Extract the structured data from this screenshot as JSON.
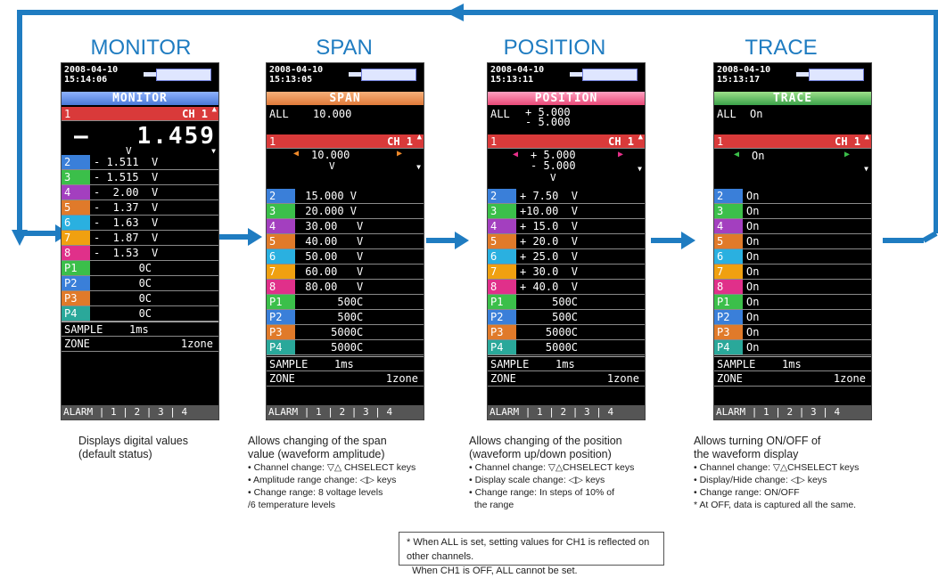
{
  "colors": {
    "arrow": "#1f7cc1",
    "title": "#1f7cc1",
    "monitor_header": "#4a78d6",
    "span_header": "#e07a3a",
    "position_header": "#e84a78",
    "trace_header": "#3ba24a",
    "ch1": "#d93a3a",
    "ch2": "#3a7fd9",
    "ch3": "#3bbf4a",
    "ch4": "#a33fbf",
    "ch5": "#e07a2a",
    "ch6": "#2ab0e0",
    "ch7": "#f0a010",
    "ch8": "#e0308a",
    "p1": "#3bbf4a",
    "p2": "#3a7fd9",
    "p3": "#e07a2a",
    "p4": "#2aa89a"
  },
  "panels": [
    {
      "title": "MONITOR",
      "date": "2008-04-10",
      "time": "15:14:06",
      "header": "MONITOR",
      "ch1_label": "1",
      "ch1_name": "CH 1",
      "ch1_value": "—   1.459",
      "ch1_unit": "V",
      "channels": [
        {
          "label": "2",
          "value": "- 1.511  V"
        },
        {
          "label": "3",
          "value": "- 1.515  V"
        },
        {
          "label": "4",
          "value": "-  2.00  V"
        },
        {
          "label": "5",
          "value": "-  1.37  V"
        },
        {
          "label": "6",
          "value": "-  1.63  V"
        },
        {
          "label": "7",
          "value": "-  1.87  V"
        },
        {
          "label": "8",
          "value": "-  1.53  V"
        },
        {
          "label": "P1",
          "value": "       0C"
        },
        {
          "label": "P2",
          "value": "       0C"
        },
        {
          "label": "P3",
          "value": "       0C"
        },
        {
          "label": "P4",
          "value": "       0C"
        }
      ],
      "sample_label": "SAMPLE",
      "sample_value": "1ms",
      "zone_label": "ZONE",
      "zone_value": "1zone",
      "footer": "ALARM | 1 | 2 | 3 | 4",
      "desc": [
        "Displays digital values",
        "(default status)"
      ],
      "notes": []
    },
    {
      "title": "SPAN",
      "date": "2008-04-10",
      "time": "15:13:05",
      "header": "SPAN",
      "all_label": "ALL",
      "all_value": "10.000",
      "ch1_label": "1",
      "ch1_name": "CH 1",
      "ch1_value": "10.000",
      "ch1_unit": "V",
      "channels": [
        {
          "label": "2",
          "value": " 15.000 V"
        },
        {
          "label": "3",
          "value": " 20.000 V"
        },
        {
          "label": "4",
          "value": " 30.00   V"
        },
        {
          "label": "5",
          "value": " 40.00   V"
        },
        {
          "label": "6",
          "value": " 50.00   V"
        },
        {
          "label": "7",
          "value": " 60.00   V"
        },
        {
          "label": "8",
          "value": " 80.00   V"
        },
        {
          "label": "P1",
          "value": "      500C"
        },
        {
          "label": "P2",
          "value": "      500C"
        },
        {
          "label": "P3",
          "value": "     5000C"
        },
        {
          "label": "P4",
          "value": "     5000C"
        }
      ],
      "sample_label": "SAMPLE",
      "sample_value": "1ms",
      "zone_label": "ZONE",
      "zone_value": "1zone",
      "footer": "ALARM | 1 | 2 | 3 | 4",
      "desc": [
        "Allows changing of the span",
        "value (waveform amplitude)"
      ],
      "notes": [
        "• Channel change: ▽△ CHSELECT keys",
        "• Amplitude range change: ◁▷ keys",
        "• Change range: 8 voltage levels",
        "/6 temperature levels"
      ]
    },
    {
      "title": "POSITION",
      "date": "2008-04-10",
      "time": "15:13:11",
      "header": "POSITION",
      "all_label": "ALL",
      "all_value": "+ 5.000",
      "all_value2": "- 5.000",
      "ch1_label": "1",
      "ch1_name": "CH 1",
      "ch1_value": "+ 5.000",
      "ch1_value2": "- 5.000",
      "ch1_unit": "V",
      "channels": [
        {
          "label": "2",
          "value": "+ 7.50  V"
        },
        {
          "label": "3",
          "value": "+10.00  V"
        },
        {
          "label": "4",
          "value": "+ 15.0  V"
        },
        {
          "label": "5",
          "value": "+ 20.0  V"
        },
        {
          "label": "6",
          "value": "+ 25.0  V"
        },
        {
          "label": "7",
          "value": "+ 30.0  V"
        },
        {
          "label": "8",
          "value": "+ 40.0  V"
        },
        {
          "label": "P1",
          "value": "     500C"
        },
        {
          "label": "P2",
          "value": "     500C"
        },
        {
          "label": "P3",
          "value": "    5000C"
        },
        {
          "label": "P4",
          "value": "    5000C"
        }
      ],
      "sample_label": "SAMPLE",
      "sample_value": "1ms",
      "zone_label": "ZONE",
      "zone_value": "1zone",
      "footer": "ALARM | 1 | 2 | 3 | 4",
      "desc": [
        "Allows changing of the position",
        "(waveform up/down position)"
      ],
      "notes": [
        "• Channel change: ▽△CHSELECT keys",
        "• Display scale change: ◁▷ keys",
        "• Change range: In steps of 10% of",
        "  the range"
      ]
    },
    {
      "title": "TRACE",
      "date": "2008-04-10",
      "time": "15:13:17",
      "header": "TRACE",
      "all_label": "ALL",
      "all_value": "On",
      "ch1_label": "1",
      "ch1_name": "CH 1",
      "ch1_value": "On",
      "channels": [
        {
          "label": "2",
          "value": "On"
        },
        {
          "label": "3",
          "value": "On"
        },
        {
          "label": "4",
          "value": "On"
        },
        {
          "label": "5",
          "value": "On"
        },
        {
          "label": "6",
          "value": "On"
        },
        {
          "label": "7",
          "value": "On"
        },
        {
          "label": "8",
          "value": "On"
        },
        {
          "label": "P1",
          "value": "On"
        },
        {
          "label": "P2",
          "value": "On"
        },
        {
          "label": "P3",
          "value": "On"
        },
        {
          "label": "P4",
          "value": "On"
        }
      ],
      "sample_label": "SAMPLE",
      "sample_value": "1ms",
      "zone_label": "ZONE",
      "zone_value": "1zone",
      "footer": "ALARM | 1 | 2 | 3 | 4",
      "desc": [
        "Allows turning ON/OFF of",
        "the waveform display"
      ],
      "notes": [
        "• Channel change:  ▽△CHSELECT keys",
        "• Display/Hide change: ◁▷ keys",
        "• Change range: ON/OFF",
        "* At OFF, data is captured all the same."
      ]
    }
  ],
  "footnote": [
    "* When ALL is set, setting values for CH1 is reflected on other channels.",
    "  When CH1 is OFF, ALL cannot be set."
  ]
}
